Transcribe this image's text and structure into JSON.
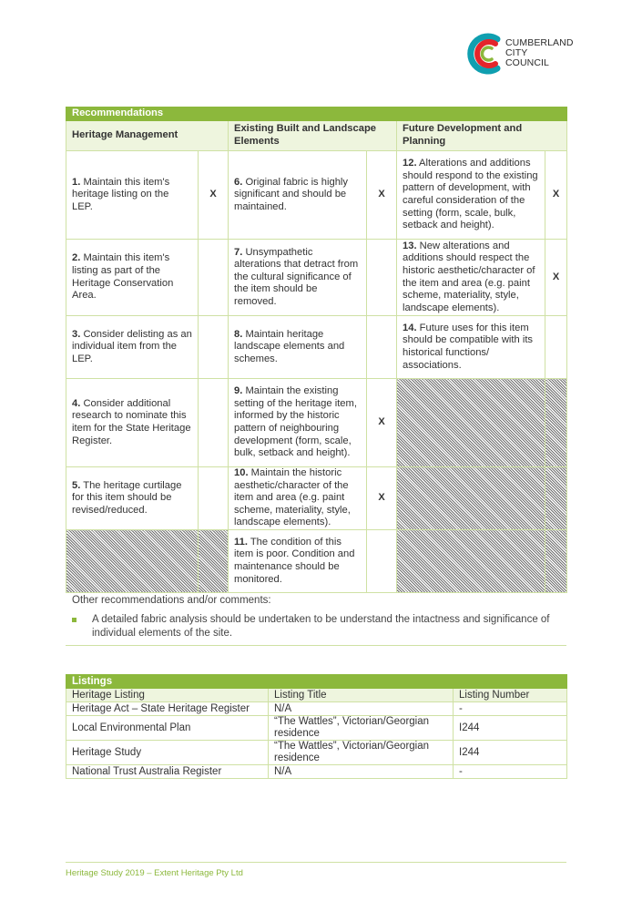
{
  "logo": {
    "line1": "CUMBERLAND",
    "line2": "CITY COUNCIL",
    "colors": [
      "#e4252b",
      "#0f9fb0",
      "#8cb83c"
    ]
  },
  "recommendations": {
    "title": "Recommendations",
    "col_heads": [
      "Heritage Management",
      "Existing Built and Landscape Elements",
      "Future Development and Planning"
    ],
    "rows": [
      {
        "hm": {
          "num": "1.",
          "text": " Maintain this item's heritage listing on the LEP.",
          "mark": "X"
        },
        "eb": {
          "num": "6.",
          "text": " Original fabric is highly significant and should be maintained.",
          "mark": "X"
        },
        "fd": {
          "num": "12.",
          "text": " Alterations and additions should respond to the existing pattern of development, with careful consideration of the setting (form, scale, bulk, setback and height).",
          "mark": "X"
        }
      },
      {
        "hm": {
          "num": "2.",
          "text": " Maintain this item's listing as part of the Heritage Conservation Area.",
          "mark": ""
        },
        "eb": {
          "num": "7.",
          "text": " Unsympathetic alterations that detract from the cultural significance of the item should be removed.",
          "mark": ""
        },
        "fd": {
          "num": "13.",
          "text": " New alterations and additions should respect the historic aesthetic/character of the item and area (e.g. paint scheme, materiality, style, landscape elements).",
          "mark": "X"
        }
      },
      {
        "hm": {
          "num": "3.",
          "text": " Consider delisting as an individual item from the LEP.",
          "mark": ""
        },
        "eb": {
          "num": "8.",
          "text": " Maintain heritage landscape elements and schemes.",
          "mark": ""
        },
        "fd": {
          "num": "14.",
          "text": " Future uses for this item should be compatible with its historical functions/ associations.",
          "mark": ""
        }
      },
      {
        "hm": {
          "num": "4.",
          "text": " Consider additional research to nominate this item for the State Heritage Register.",
          "mark": ""
        },
        "eb": {
          "num": "9.",
          "text": " Maintain the existing setting of the heritage item, informed by the historic pattern of neighbouring development (form, scale, bulk, setback and height).",
          "mark": "X"
        }
      },
      {
        "hm": {
          "num": "5.",
          "text": " The heritage curtilage for this item should be revised/reduced.",
          "mark": ""
        },
        "eb": {
          "num": "10.",
          "text": " Maintain the historic aesthetic/character of the item and area (e.g. paint scheme, materiality, style, landscape elements).",
          "mark": "X"
        }
      },
      {
        "eb": {
          "num": "11.",
          "text": " The condition of this item is poor. Condition and maintenance should be monitored.",
          "mark": ""
        }
      }
    ],
    "other_label": "Other recommendations and/or comments:",
    "bullets": [
      "A detailed fabric analysis should be undertaken to be understand the intactness and significance of individual elements of the site."
    ]
  },
  "listings": {
    "title": "Listings",
    "headers": [
      "Heritage Listing",
      "Listing Title",
      "Listing Number"
    ],
    "rows": [
      [
        "Heritage Act – State Heritage Register",
        "N/A",
        "-"
      ],
      [
        "Local Environmental Plan",
        "“The Wattles”, Victorian/Georgian residence",
        "I244"
      ],
      [
        "Heritage Study",
        "“The Wattles”, Victorian/Georgian residence",
        "I244"
      ],
      [
        "National Trust Australia Register",
        "N/A",
        "-"
      ]
    ]
  },
  "footer": "Heritage Study 2019 – Extent Heritage Pty Ltd",
  "colors": {
    "accent": "#8cb83c",
    "accent_light": "#eef5de",
    "border": "#cfe1a4"
  }
}
